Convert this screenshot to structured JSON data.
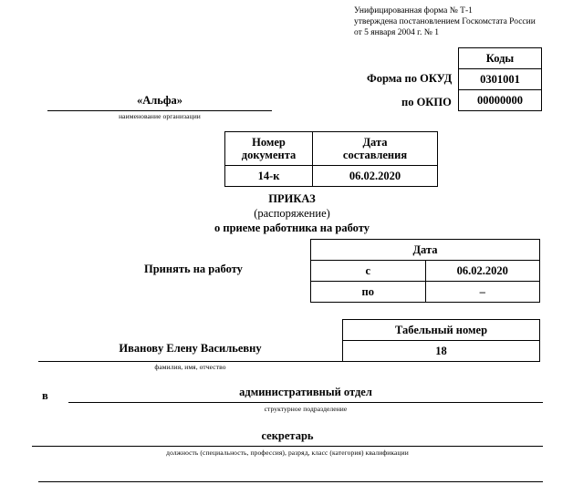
{
  "document": {
    "form_header": [
      "Унифицированная форма № Т-1",
      "утверждена постановлением Госкомстата России",
      "от 5 января 2004 г. № 1"
    ],
    "codes_table": {
      "header": "Коды",
      "rows": [
        {
          "label": "Форма по ОКУД",
          "value": "0301001"
        },
        {
          "label": "по ОКПО",
          "value": "00000000"
        }
      ]
    },
    "organization": {
      "name": "«Альфа»",
      "caption": "наименование организации"
    },
    "doc_number_table": {
      "headers": [
        "Номер документа",
        "Дата составления"
      ],
      "header_lines": [
        [
          "Номер",
          "документа"
        ],
        [
          "Дата",
          "составления"
        ]
      ],
      "values": [
        "14-к",
        "06.02.2020"
      ]
    },
    "title": {
      "main": "ПРИКАЗ",
      "sub": "(распоряжение)",
      "about": "о приеме работника на работу"
    },
    "hire": {
      "label": "Принять на работу",
      "date_header": "Дата",
      "rows": [
        {
          "prefix": "с",
          "value": "06.02.2020"
        },
        {
          "prefix": "по",
          "value": "–"
        }
      ]
    },
    "personnel_number": {
      "header": "Табельный номер",
      "value": "18"
    },
    "employee": {
      "full_name": "Ивановy Елену Васильевну",
      "caption": "фамилия, имя, отчество"
    },
    "department": {
      "preposition": "в",
      "name": "административный отдел",
      "caption": "структурное подразделение"
    },
    "position": {
      "name": "секретарь",
      "caption": "должность (специальность, профессия), разряд, класс (категория) квалификации"
    }
  },
  "colors": {
    "ink": "#000000",
    "paper": "#ffffff"
  }
}
